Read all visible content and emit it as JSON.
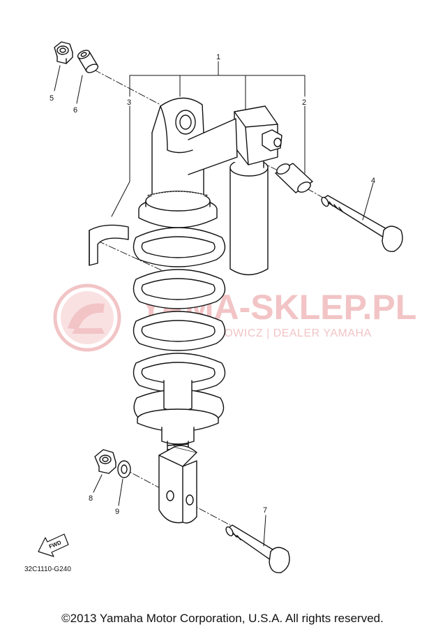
{
  "diagram": {
    "callouts": [
      "1",
      "2",
      "3",
      "4",
      "5",
      "6",
      "7",
      "8",
      "9"
    ],
    "drawing_code": "32C1110-G240",
    "fwd_label": "FWD"
  },
  "watermark": {
    "title": "YAMA-SKLEP.PL",
    "subtitle": "WOJCIECHOWICZ | DEALER YAMAHA",
    "color": "#f2c4c6"
  },
  "footer": {
    "copyright": "©2013 Yamaha Motor Corporation, U.S.A. All rights reserved."
  }
}
